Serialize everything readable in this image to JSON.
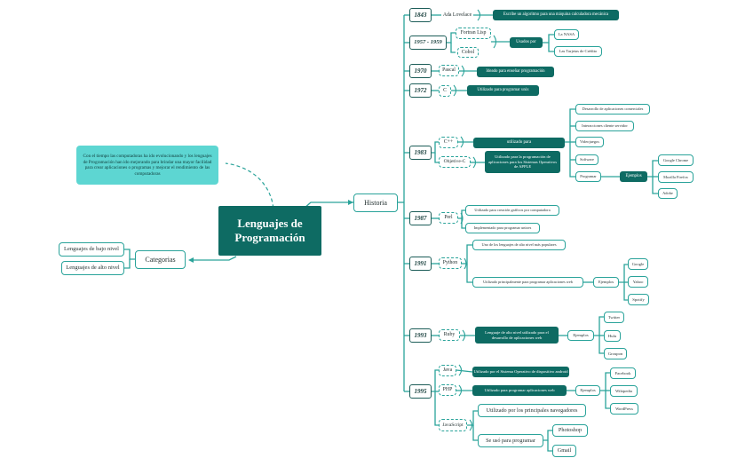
{
  "central": "Lenguajes de Programación",
  "note": "Con el tiempo las computadoras ha ido evolucionando y los lenguajes de Programación han ido mejorando para brindar una mayor facilidad para crear aplicaciones o programas y mejorar el rendimiento de las computadoras",
  "categorias": {
    "label": "Categorias",
    "items": [
      "Lenguajes de bajo nivel",
      "Lenguajes de alto nivel"
    ]
  },
  "historia": {
    "label": "Historia",
    "y1843": {
      "year": "1843",
      "lang": "Ada Lovelace",
      "desc": "Escribe un algoritmo para una máquina calculadora mecánica"
    },
    "y1957": {
      "year": "1957 - 1959",
      "langs": [
        "Fortran Lisp",
        "Cobol"
      ],
      "usados": "Usados por",
      "users": [
        "La NASA",
        "Las Tarjetas de Crédito"
      ]
    },
    "y1970": {
      "year": "1970",
      "lang": "Pascal",
      "desc": "Ideado para enseñar programación"
    },
    "y1972": {
      "year": "1972",
      "lang": "C",
      "desc": "Utilizado para programar unix"
    },
    "y1983": {
      "year": "1983",
      "langs": [
        "C++",
        "Objetive-C"
      ],
      "utilizado": "utilizado para",
      "uses": [
        "Desarrollo de aplicaciones comerciales",
        "Interacciones cliente servidor",
        "Videojuegos",
        "Software",
        "Programar"
      ],
      "ejemplos": "Ejemplos",
      "examples": [
        "Google Chrome",
        "Mozilla Firefox",
        "Adobe"
      ],
      "objc_desc": "Utilizado para la programación de aplicaciones para los Sistemas Operativos de APPLE"
    },
    "y1987": {
      "year": "1987",
      "lang": "Perl",
      "descs": [
        "Utilizado para creación gráficos por computadora",
        "Implementado para programar unixes"
      ]
    },
    "y1991": {
      "year": "1991",
      "lang": "Python",
      "desc1": "Uno de los lenguajes de alto nivel más populares",
      "desc2": "Utilizado principalmente para programar aplicaciones web",
      "ejemplos": "Ejemplos",
      "examples": [
        "Google",
        "Yahoo",
        "Spotify"
      ]
    },
    "y1993": {
      "year": "1993",
      "lang": "Ruby",
      "desc": "Lenguaje de alto nivel utilizado para el desarrollo de aplicaciones web",
      "ejemplos": "Ejemplos",
      "examples": [
        "Twitter",
        "Hulu",
        "Groupon"
      ]
    },
    "y1995": {
      "year": "1995",
      "java": "Java",
      "java_desc": "Utilizado por el Sistema Operativo de dispositivo android",
      "php": "PHP",
      "php_desc": "Utilizado para programar aplicaciones web",
      "ejemplos": "Ejemplos",
      "php_examples": [
        "Facebook",
        "Wikipedia",
        "WordPress"
      ],
      "js": "JavaScript",
      "js_desc1": "Utilizado por los principales navegadores",
      "js_desc2": "Se usó para programar",
      "js_examples": [
        "Photoshop",
        "Gmail"
      ]
    }
  }
}
